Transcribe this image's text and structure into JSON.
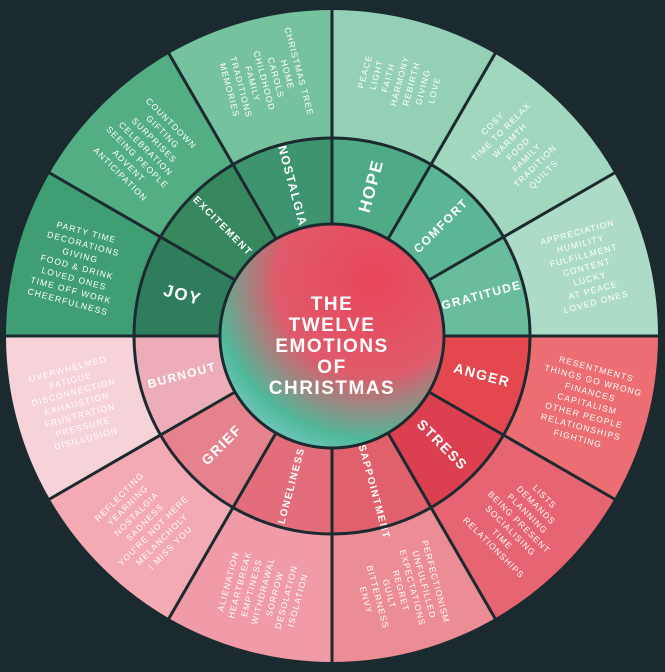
{
  "title": [
    "THE",
    "TWELVE",
    "EMOTIONS",
    "OF",
    "CHRISTMAS"
  ],
  "colors": {
    "background": "#1b2a2e",
    "divider": "#1b2a2e",
    "center": [
      "#e8465a",
      "#4fb99a",
      "#9fd8e8"
    ]
  },
  "emotions": [
    {
      "name": "HOPE",
      "inner": "#4faa86",
      "outer": "#93d0b5",
      "words": [
        "PEACE",
        "LIGHT",
        "FAITH",
        "HARMONY",
        "REBIRTH",
        "GIVING",
        "LOVE"
      ]
    },
    {
      "name": "COMFORT",
      "inner": "#5cb594",
      "outer": "#a2d7bf",
      "words": [
        "COSY",
        "TIME TO RELAX",
        "WARMTH",
        "FOOD",
        "FAMILY",
        "TRADITION",
        "QUILTS"
      ]
    },
    {
      "name": "GRATITUDE",
      "inner": "#69bd9d",
      "outer": "#acdcc7",
      "words": [
        "APPRECIATION",
        "HUMILITY",
        "FULFILLMENT",
        "CONTENT",
        "LUCKY",
        "AT PEACE",
        "LOVED ONES"
      ]
    },
    {
      "name": "ANGER",
      "inner": "#e5474f",
      "outer": "#ec6e73",
      "words": [
        "RESENTMENTS",
        "THINGS GO WRONG",
        "FINANCES",
        "CAPITALISM",
        "OTHER PEOPLE",
        "RELATIONSHIPS",
        "FIGHTING"
      ]
    },
    {
      "name": "STRESS",
      "inner": "#dc4050",
      "outer": "#e76572",
      "words": [
        "LISTS",
        "DEMANDS",
        "PLANNING",
        "BEING PRESENT",
        "SOCIALISING",
        "TIME",
        "RELATIONSHIPS"
      ]
    },
    {
      "name": "DISAPPOINTMENT",
      "inner": "#e0606c",
      "outer": "#ec8c95",
      "words": [
        "PERFECTIONISM",
        "UNFULFILLED",
        "EXPECTATIONS",
        "REGRET",
        "GUILT",
        "BITTERNESS",
        "ENVY"
      ]
    },
    {
      "name": "LONELINESS",
      "inner": "#e46d7b",
      "outer": "#f09ba7",
      "words": [
        "ISOLATION",
        "DESOLATION",
        "SORROW",
        "WITHDRAWAL",
        "EMPTINESS",
        "HEARTBREAK",
        "ALIENATION"
      ]
    },
    {
      "name": "GRIEF",
      "inner": "#e5828e",
      "outer": "#f3aab4",
      "words": [
        "I MISS YOU",
        "MELANCHOLY",
        "YOU'RE NOT HERE",
        "SADNESS",
        "NOSTALGIA",
        "YEARNING",
        "REFLECTING"
      ]
    },
    {
      "name": "BURNOUT",
      "inner": "#ecadb8",
      "outer": "#f6d2d9",
      "words": [
        "DISILLUSION",
        "PRESSURE",
        "FRUSTRATION",
        "EXHAUSTION",
        "DISCONNECTION",
        "FATIGUE",
        "OVERWHELMED"
      ]
    },
    {
      "name": "JOY",
      "inner": "#2f7d5c",
      "outer": "#3f9e74",
      "words": [
        "CHEERFULNESS",
        "TIME OFF WORK",
        "LOVED ONES",
        "FOOD & DRINK",
        "GIVING",
        "DECORATIONS",
        "PARTY TIME"
      ]
    },
    {
      "name": "EXCITEMENT",
      "inner": "#37875f",
      "outer": "#54ae84",
      "words": [
        "ANTICIPATION",
        "ADVENT",
        "SEEING PEOPLE",
        "CELEBRATION",
        "SURPRISES",
        "GIFTING",
        "COUNTDOWN"
      ]
    },
    {
      "name": "NOSTALGIA",
      "inner": "#3f9470",
      "outer": "#76c29f",
      "words": [
        "MEMORIES",
        "TRADITIONS",
        "FAMILY",
        "CHILDHOOD",
        "CAROLS",
        "HOME",
        "CHRISTMAS TREE"
      ]
    }
  ]
}
